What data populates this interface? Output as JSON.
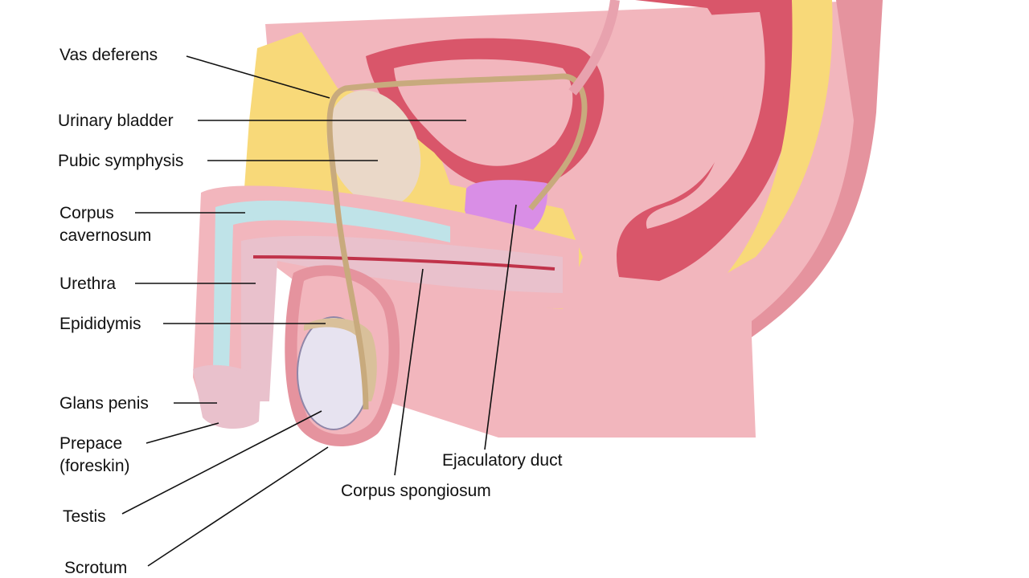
{
  "labels": {
    "vas_deferens": "Vas deferens",
    "urinary_bladder": "Urinary bladder",
    "pubic_symphysis": "Pubic symphysis",
    "corpus_cavernosum_1": "Corpus",
    "corpus_cavernosum_2": "cavernosum",
    "urethra": "Urethra",
    "epididymis": "Epididymis",
    "glans_penis": "Glans penis",
    "prepuce_1": "Prepace",
    "prepuce_2": "(foreskin)",
    "testis": "Testis",
    "scrotum": "Scrotum",
    "ejaculatory_duct": "Ejaculatory duct",
    "corpus_spongiosum": "Corpus spongiosum"
  },
  "colors": {
    "skin": "#f2b6bd",
    "skin_dark": "#e5939e",
    "muscle": "#d9566a",
    "muscle_dark": "#b93a4f",
    "fat": "#f8d979",
    "bone": "#ead8c8",
    "erectile": "#e9c1cc",
    "cavernosum": "#bfe3e8",
    "prostate": "#d98ee6",
    "seminal": "#47d12f",
    "testis": "#e7e3f0",
    "duct": "#d9c09a"
  }
}
